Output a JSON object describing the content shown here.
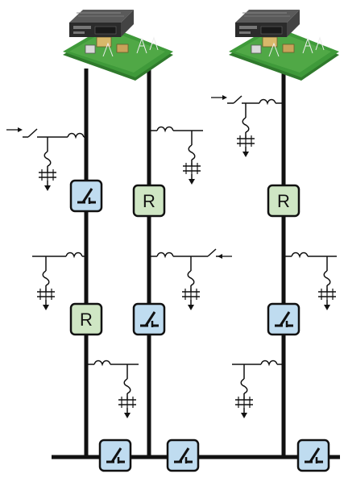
{
  "diagram": {
    "substations": [
      {
        "name": "substation-left",
        "icon": "substation-icon"
      },
      {
        "name": "substation-right",
        "icon": "substation-icon"
      }
    ],
    "recloser_label": "R",
    "colors": {
      "line": "#111111",
      "switch_fill": "#bfdcf0",
      "recloser_fill": "#cfe6c4",
      "board_green": "#3f9a3a",
      "board_dark": "#2f7a2c",
      "rack": "#3a3a3a"
    },
    "icons": [
      "switch-icon",
      "recloser-icon",
      "transformer-icon",
      "breaker-icon",
      "load-arrow-icon"
    ]
  }
}
